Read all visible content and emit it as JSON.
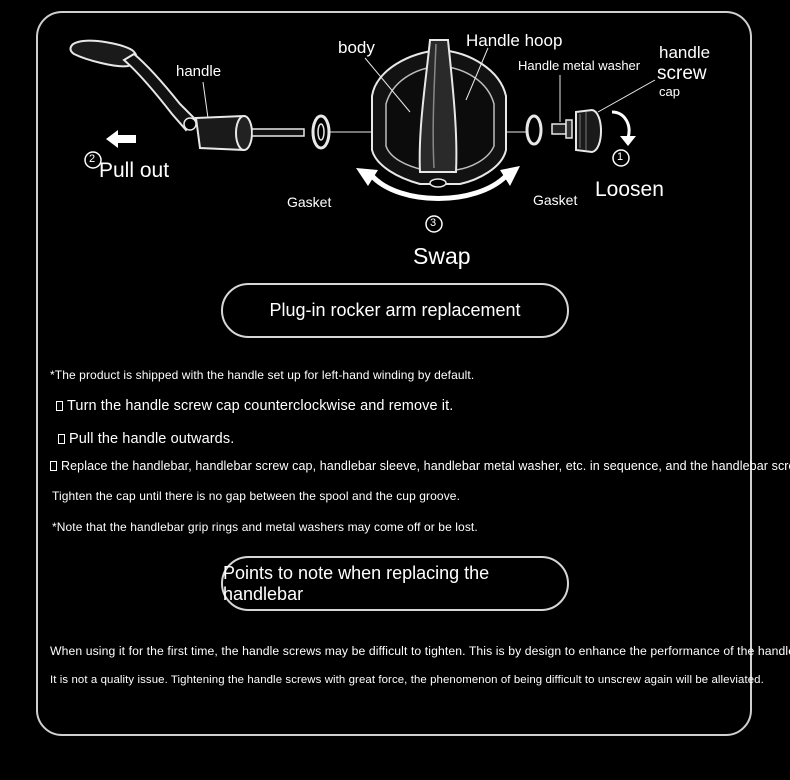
{
  "diagram": {
    "labels": {
      "body": "body",
      "handle": "handle",
      "handle_hoop": "Handle hoop",
      "handle_metal_washer": "Handle metal washer",
      "handle_screw_line1": "handle",
      "handle_screw_line2": "screw",
      "handle_screw_cap": "cap",
      "pull_out": "Pull out",
      "gasket_left": "Gasket",
      "gasket_right": "Gasket",
      "loosen": "Loosen",
      "swap": "Swap"
    },
    "steps": {
      "one": "1",
      "two": "2",
      "three": "3"
    }
  },
  "section1": {
    "title": "Plug-in rocker arm replacement",
    "notes": [
      "*The product is shipped with the handle set up for left-hand winding by default.",
      "Turn the handle screw cap counterclockwise and remove it.",
      "Pull the handle outwards.",
      "Replace the handlebar, handlebar screw cap, handlebar sleeve, handlebar metal washer, etc. in sequence, and the handlebar screw",
      "Tighten the cap until there is no gap between the spool and the cup groove.",
      "*Note that the handlebar grip rings and metal washers may come off or be lost."
    ]
  },
  "section2": {
    "title": "Points to note when replacing the handlebar",
    "notes": [
      "When using it for the first time, the handle screws may be difficult to tighten. This is by design to enhance the performance of the handle.",
      "It is not a quality issue. Tightening the handle screws with great force, the phenomenon of being difficult to unscrew again will be alleviated."
    ]
  }
}
